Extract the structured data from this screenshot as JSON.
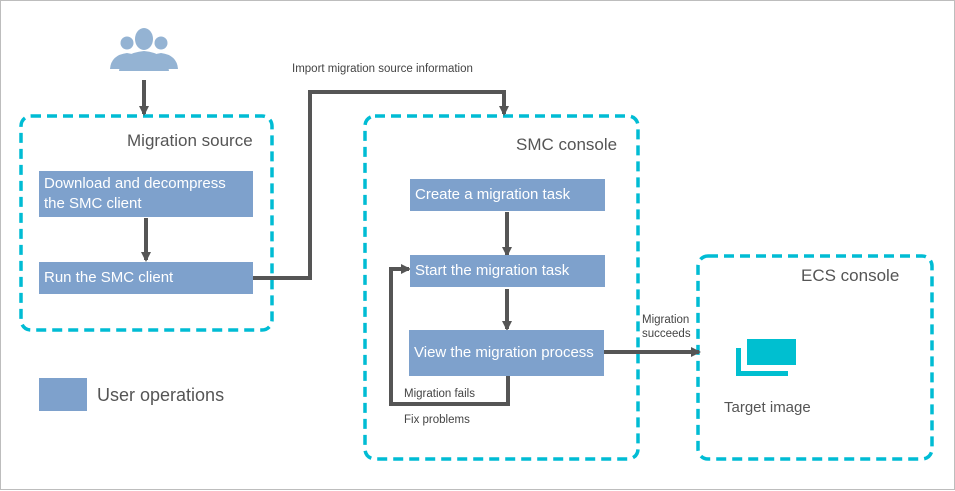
{
  "colors": {
    "step_fill": "#7ea1cc",
    "container_border": "#00bcd4",
    "arrow": "#555555",
    "users_icon": "#94b3d3",
    "target_image_icon": "#00bfd0"
  },
  "actor": {
    "icon": "users-group-icon"
  },
  "containers": {
    "migration_source": {
      "title": "Migration source",
      "steps": [
        "Download and decompress the SMC client",
        "Run the SMC client"
      ]
    },
    "smc_console": {
      "title": "SMC console",
      "steps": [
        "Create a migration task",
        "Start the migration task",
        "View the migration process"
      ]
    },
    "ecs_console": {
      "title": "ECS console",
      "result": {
        "icon": "target-image-icon",
        "label": "Target image"
      }
    }
  },
  "edges": {
    "import_label": "Import migration source information",
    "fails_label": "Migration fails",
    "fix_label": "Fix problems",
    "succeeds_label_line1": "Migration",
    "succeeds_label_line2": "succeeds"
  },
  "legend": {
    "label": "User operations"
  }
}
